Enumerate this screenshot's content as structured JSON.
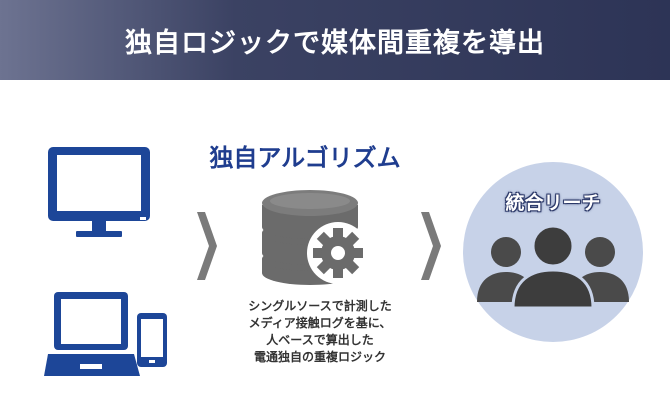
{
  "banner": {
    "title": "独自ロジックで媒体間重複を導出"
  },
  "algorithm": {
    "title": "独自アルゴリズム",
    "description": [
      "シングルソースで計測した",
      "メディア接触ログを基に、",
      "人ベースで算出した",
      "電通独自の重複ロジック"
    ]
  },
  "reach": {
    "label": "統合リーチ"
  },
  "colors": {
    "banner_dark": "#2d3456",
    "device_blue": "#1d4698",
    "db_gray": "#6b6b6b",
    "circle_fill": "#c7d2e8",
    "people_gray": "#4a4a4a",
    "arrow_gray": "#7a7a7a"
  },
  "icons": [
    "monitor-icon",
    "laptop-icon",
    "smartphone-icon",
    "database-icon",
    "gear-icon",
    "people-icon",
    "chevron-right-icon"
  ]
}
